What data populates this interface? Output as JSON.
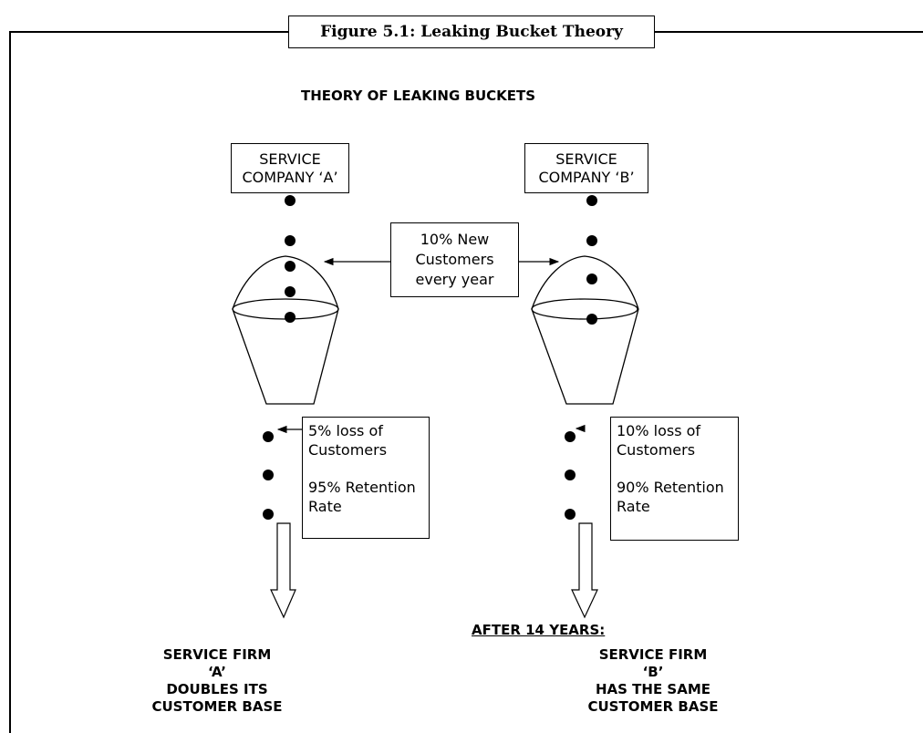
{
  "figure_caption": "Figure 5.1: Leaking Bucket Theory",
  "title": "THEORY OF LEAKING BUCKETS",
  "company_a": {
    "label_line1": "SERVICE",
    "label_line2": "COMPANY ‘A’",
    "loss_line1": "5% loss of",
    "loss_line2": "Customers",
    "retention_line1": "95% Retention",
    "retention_line2": "Rate",
    "result_line1": "SERVICE FIRM",
    "result_line2": "‘A’",
    "result_line3": "DOUBLES ITS",
    "result_line4": "CUSTOMER BASE"
  },
  "company_b": {
    "label_line1": "SERVICE",
    "label_line2": "COMPANY ‘B’",
    "loss_line1": "10% loss of",
    "loss_line2": "Customers",
    "retention_line1": "90% Retention",
    "retention_line2": "Rate",
    "result_line1": "SERVICE FIRM",
    "result_line2": "‘B’",
    "result_line3": "HAS THE SAME",
    "result_line4": "CUSTOMER BASE"
  },
  "new_customers": {
    "line1": "10% New",
    "line2": "Customers",
    "line3": "every year"
  },
  "after_label": "AFTER 14 YEARS:"
}
